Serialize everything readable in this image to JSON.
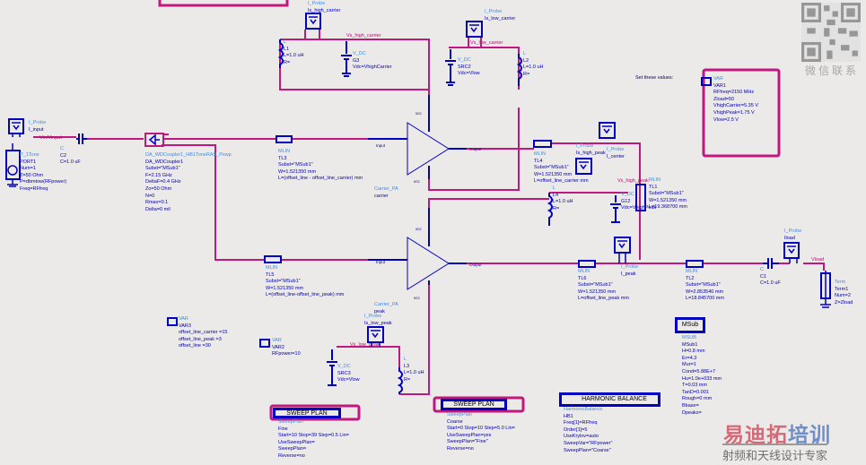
{
  "schematic": {
    "note": "Set these values:",
    "probes": {
      "input": {
        "type": "I_Probe",
        "name": "I_input"
      },
      "high_carrier": {
        "type": "I_Probe",
        "name": "Is_high_carrier"
      },
      "low_carrier": {
        "type": "I_Probe",
        "name": "Is_low_carrier"
      },
      "high_peak": {
        "type": "I_Probe",
        "name": "Is_high_peak"
      },
      "center": {
        "type": "I_Probe",
        "name": "I_center"
      },
      "peak": {
        "type": "I_Probe",
        "name": "I_peak"
      },
      "low_peak": {
        "type": "I_Probe",
        "name": "Is_low_peak"
      },
      "load": {
        "type": "I_Probe",
        "name": "Iload"
      }
    },
    "nets": {
      "vin": "Vin/Vinput",
      "vs_high_carrier": "Vs_high_carrier",
      "vs_low_carrier": "Vs_low_carrier",
      "vs_high_peak": "Vs_high_peak",
      "vs_low_peak": "Vs_low_peak",
      "vload": "Vload"
    },
    "port": {
      "lines": [
        "P_1Tone",
        "PORT1",
        "Num=1",
        "Z=50 Ohm",
        "P=dbmtow(RFpower)",
        "Freq=RFfreq"
      ]
    },
    "c2": {
      "lines": [
        "C",
        "C2",
        "C=1.0 uF"
      ]
    },
    "coupler": {
      "lines": [
        "DA_WDCoupler1_HB1ToneRAS_Pswp",
        "DA_WDCoupler1",
        "Subst=\"MSub1\"",
        "F=2.15 GHz",
        "DeltaF=0.4 GHz",
        "Zo=50 Ohm",
        "N=0",
        "Rmax=0.1",
        "Delta=0 mil"
      ]
    },
    "l1": {
      "lines": [
        "L",
        "L1",
        "L=1.0 uH",
        "R="
      ]
    },
    "src_high_carrier": {
      "lines": [
        "V_DC",
        "G3",
        "Vdc=VhighCarrier"
      ]
    },
    "src_low_carrier": {
      "lines": [
        "V_DC",
        "SRC2",
        "Vdc=Vlow"
      ]
    },
    "l2": {
      "lines": [
        "L",
        "L2",
        "L=1.0 uH",
        "R="
      ]
    },
    "tl3": {
      "lines": [
        "MLIN",
        "TL3",
        "Subst=\"MSub1\"",
        "W=1.521350 mm",
        "L=(offset_line - offset_line_carrier) mm"
      ]
    },
    "carrier_pa": {
      "lines": [
        "Carrier_PA",
        "carrier"
      ]
    },
    "peak_pa": {
      "lines": [
        "Carrier_PA",
        "peak"
      ]
    },
    "pa_pins": {
      "vcc": "vcc",
      "input": "Input",
      "output": "Output"
    },
    "tl4": {
      "lines": [
        "MLIN",
        "TL4",
        "Subst=\"MSub1\"",
        "W=1.521350 mm",
        "L=offset_line_carrier mm"
      ]
    },
    "l4": {
      "lines": [
        "L",
        "L4",
        "L=1.0 uH",
        "R="
      ]
    },
    "src_high_peak": {
      "lines": [
        "V_DC",
        "G12",
        "Vdc=VhighPeak"
      ]
    },
    "tl1": {
      "lines": [
        "MLIN",
        "TL1",
        "Subst=\"MSub1\"",
        "W=1.521350 mm",
        "L=19.368700 mm"
      ]
    },
    "tl5": {
      "lines": [
        "MLIN",
        "TL5",
        "Subst=\"MSub1\"",
        "W=1.521350 mm",
        "L=(offset_line-offset_line_peak) mm"
      ]
    },
    "tl6": {
      "lines": [
        "MLIN",
        "TL6",
        "Subst=\"MSub1\"",
        "W=1.521350 mm",
        "L=offset_line_peak mm"
      ]
    },
    "tl2": {
      "lines": [
        "MLIN",
        "TL2",
        "Subst=\"MSub1\"",
        "W=2.853540 mm",
        "L=18.845700 mm"
      ]
    },
    "c1": {
      "lines": [
        "C",
        "C1",
        "C=1.0 uF"
      ]
    },
    "term": {
      "lines": [
        "Term",
        "Term1",
        "Num=2",
        "Z=Zload"
      ]
    },
    "var1": {
      "lines": [
        "VAR",
        "VAR1",
        "RFfreq=2150 MHz",
        "Zload=50",
        "VhighCarrier=5.35 V",
        "VhighPeak=1.75 V",
        "Vlow=2.5 V"
      ]
    },
    "var3": {
      "lines": [
        "VAR",
        "VAR3",
        "offset_line_carrier =15",
        "offset_line_peak =3",
        "offset_line =30"
      ]
    },
    "var2": {
      "lines": [
        "VAR",
        "VAR2",
        "RFpower=10"
      ]
    },
    "src_low_peak": {
      "lines": [
        "V_DC",
        "SRC3",
        "Vdc=Vlow"
      ]
    },
    "l3": {
      "lines": [
        "L",
        "L3",
        "L=1.0 uH",
        "R="
      ]
    },
    "sweep_fine": {
      "title": "SWEEP PLAN",
      "lines": [
        "SweepPlan",
        "Fine",
        "Start=10 Stop=39 Step=0.5 Lin=",
        "UseSweepPlan=",
        "SweepPlan=",
        "Reverse=no"
      ]
    },
    "sweep_coarse": {
      "title": "SWEEP PLAN",
      "lines": [
        "SweepPlan",
        "Coarse",
        "Start=0 Stop=10 Step=5.0 Lin=",
        "UseSweepPlan=yes",
        "SweepPlan=\"Fine\"",
        "Reverse=no"
      ]
    },
    "hb": {
      "title": "HARMONIC BALANCE",
      "lines": [
        "HarmonicBalance",
        "HB1",
        "Freq[1]=RFfreq",
        "Order[1]=5",
        "UseKrylov=auto",
        "SweepVar=\"RFpower\"",
        "SweepPlan=\"Coarse\""
      ]
    },
    "msub": {
      "title": "MSub",
      "lines": [
        "MSUB",
        "MSub1",
        "H=0.8 mm",
        "Er=4.3",
        "Mur=1",
        "Cond=5.88E+7",
        "Hu=1.0e+033 mm",
        "T=0.03 mm",
        "TanD=0.001",
        "Rough=0 mm",
        "Bbase=",
        "Dpeaks="
      ]
    }
  },
  "watermark": {
    "qr_caption": "微信联系",
    "brand_red": "易迪拓",
    "brand_blue": "培训",
    "tagline": "射频和天线设计专家"
  },
  "colors": {
    "wire": "#c0187e",
    "component": "#0000c0",
    "label": "#0000b0",
    "header": "#3d8fe8",
    "background": "#ece9e9"
  }
}
